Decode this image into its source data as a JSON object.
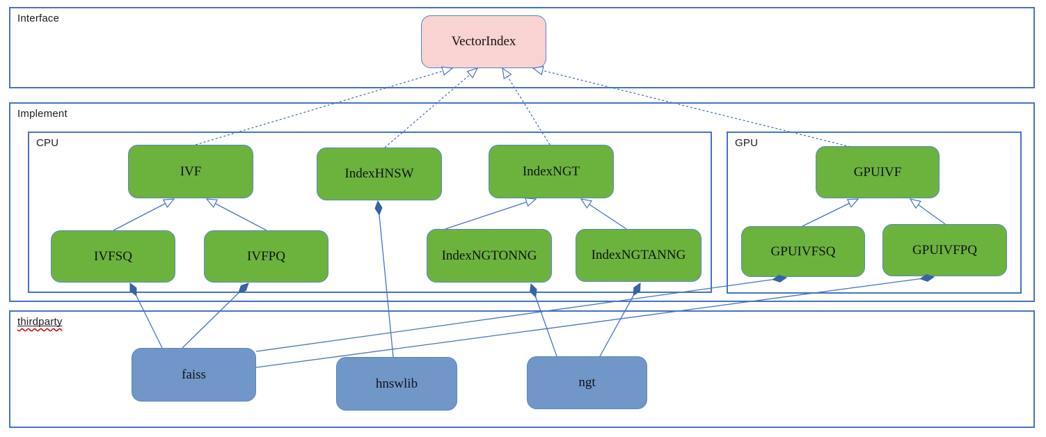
{
  "colors": {
    "container_border": "#4472C4",
    "node_border": "#5585C2",
    "edge_line": "#4472C4",
    "diamond_fill": "#3465A4",
    "green_fill": "#6CB33E",
    "blue_fill": "#7197C9",
    "pink_fill": "#F9D2D2",
    "spellcheck_underline": "#CC0000",
    "label_text": "#1B1B1B"
  },
  "containers": {
    "interface": {
      "label": "Interface"
    },
    "implement": {
      "label": "Implement"
    },
    "cpu": {
      "label": "CPU"
    },
    "gpu": {
      "label": "GPU"
    },
    "thirdparty": {
      "label": "thirdparty"
    }
  },
  "nodes": {
    "vectorindex": {
      "label": "VectorIndex",
      "group": "Interface",
      "fill": "pink"
    },
    "ivf": {
      "label": "IVF",
      "group": "CPU",
      "fill": "green"
    },
    "indexhnsw": {
      "label": "IndexHNSW",
      "group": "CPU",
      "fill": "green"
    },
    "indexngt": {
      "label": "IndexNGT",
      "group": "CPU",
      "fill": "green"
    },
    "ivfsq": {
      "label": "IVFSQ",
      "group": "CPU",
      "fill": "green"
    },
    "ivfpq": {
      "label": "IVFPQ",
      "group": "CPU",
      "fill": "green"
    },
    "indexngtonng": {
      "label": "IndexNGTONNG",
      "group": "CPU",
      "fill": "green"
    },
    "indexngtanng": {
      "label": "IndexNGTANNG",
      "group": "CPU",
      "fill": "green"
    },
    "gpuivf": {
      "label": "GPUIVF",
      "group": "GPU",
      "fill": "green"
    },
    "gpuivfsq": {
      "label": "GPUIVFSQ",
      "group": "GPU",
      "fill": "green"
    },
    "gpuivfpq": {
      "label": "GPUIVFPQ",
      "group": "GPU",
      "fill": "green"
    },
    "faiss": {
      "label": "faiss",
      "group": "thirdparty",
      "fill": "blue"
    },
    "hnswlib": {
      "label": "hnswlib",
      "group": "thirdparty",
      "fill": "blue"
    },
    "ngt": {
      "label": "ngt",
      "group": "thirdparty",
      "fill": "blue"
    }
  },
  "edges": [
    {
      "from": "IVF",
      "to": "VectorIndex",
      "relation": "realizes",
      "style": "dashed-hollow-arrow"
    },
    {
      "from": "IndexHNSW",
      "to": "VectorIndex",
      "relation": "realizes",
      "style": "dashed-hollow-arrow"
    },
    {
      "from": "IndexNGT",
      "to": "VectorIndex",
      "relation": "realizes",
      "style": "dashed-hollow-arrow"
    },
    {
      "from": "GPUIVF",
      "to": "VectorIndex",
      "relation": "realizes",
      "style": "dashed-hollow-arrow"
    },
    {
      "from": "IVFSQ",
      "to": "IVF",
      "relation": "extends",
      "style": "solid-hollow-arrow"
    },
    {
      "from": "IVFPQ",
      "to": "IVF",
      "relation": "extends",
      "style": "solid-hollow-arrow"
    },
    {
      "from": "IndexNGTONNG",
      "to": "IndexNGT",
      "relation": "extends",
      "style": "solid-hollow-arrow"
    },
    {
      "from": "IndexNGTANNG",
      "to": "IndexNGT",
      "relation": "extends",
      "style": "solid-hollow-arrow"
    },
    {
      "from": "GPUIVFSQ",
      "to": "GPUIVF",
      "relation": "extends",
      "style": "solid-hollow-arrow"
    },
    {
      "from": "GPUIVFPQ",
      "to": "GPUIVF",
      "relation": "extends",
      "style": "solid-hollow-arrow"
    },
    {
      "from": "faiss",
      "to": "IVFSQ",
      "relation": "aggregated-by",
      "style": "solid-filled-diamond"
    },
    {
      "from": "faiss",
      "to": "IVFPQ",
      "relation": "aggregated-by",
      "style": "solid-filled-diamond"
    },
    {
      "from": "faiss",
      "to": "GPUIVFSQ",
      "relation": "aggregated-by",
      "style": "solid-filled-diamond"
    },
    {
      "from": "faiss",
      "to": "GPUIVFPQ",
      "relation": "aggregated-by",
      "style": "solid-filled-diamond"
    },
    {
      "from": "hnswlib",
      "to": "IndexHNSW",
      "relation": "aggregated-by",
      "style": "solid-filled-diamond"
    },
    {
      "from": "ngt",
      "to": "IndexNGTONNG",
      "relation": "aggregated-by",
      "style": "solid-filled-diamond"
    },
    {
      "from": "ngt",
      "to": "IndexNGTANNG",
      "relation": "aggregated-by",
      "style": "solid-filled-diamond"
    }
  ]
}
